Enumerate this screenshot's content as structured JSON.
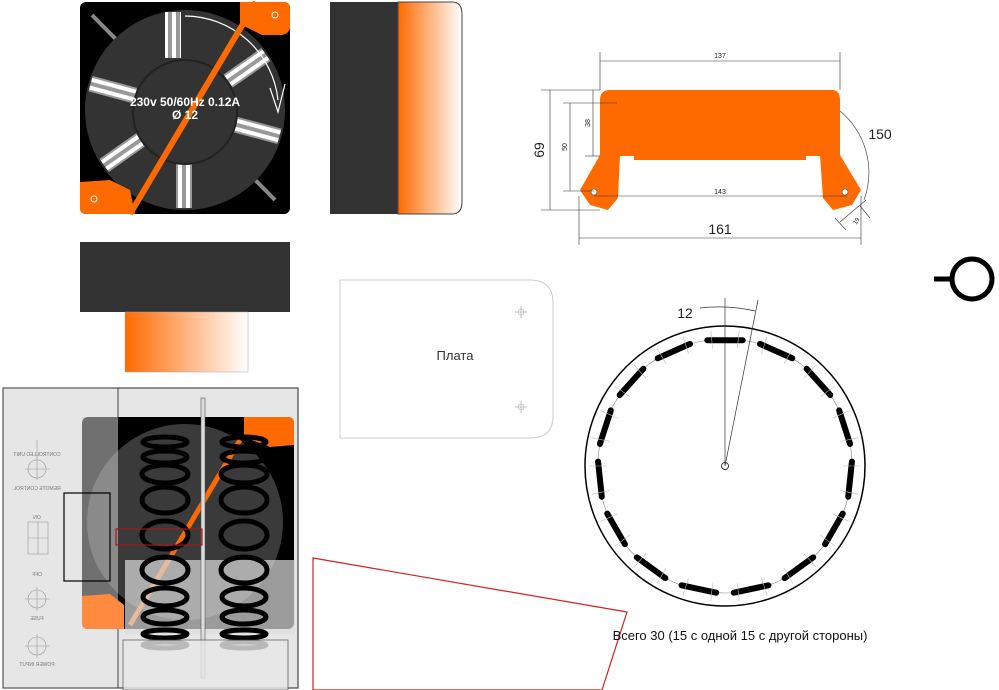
{
  "fan_front": {
    "label_line1": "230v 50/60Hz 0.12A",
    "label_line2": "Ø 12"
  },
  "plate": {
    "label": "Плата"
  },
  "dimension_drawing": {
    "width_top": "137",
    "height_inner": "38",
    "height_mid": "50",
    "height_total": "69",
    "radius": "150",
    "hole_span": "143",
    "width_total": "161",
    "leg": "19"
  },
  "control_panel": {
    "labels": [
      "CONTROLLED UNIT",
      "REMOTE CONTROL",
      "ON",
      "OFF",
      "FUSE",
      "POWER INPUT"
    ]
  },
  "heater_circle": {
    "angle_label": "12",
    "segments": 15,
    "caption": "Всего 30 (15 с одной 15 с другой стороны)"
  },
  "colors": {
    "accent": "#ff6a00",
    "dark": "#333333",
    "black": "#000000",
    "outline_red": "#d42020"
  }
}
